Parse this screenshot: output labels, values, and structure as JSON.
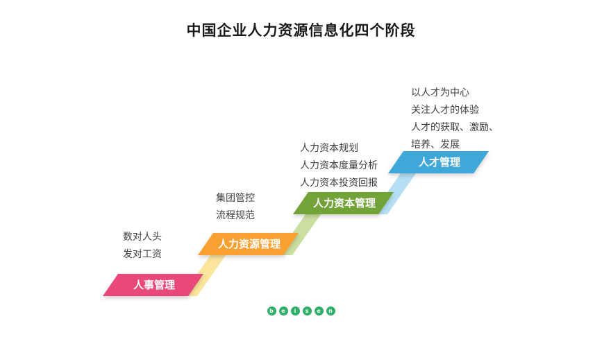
{
  "title": "中国企业人力资源信息化四个阶段",
  "stages": [
    {
      "label": "人事管理",
      "color": "#e8497a",
      "notes": [
        "数对人头",
        "发对工资"
      ]
    },
    {
      "label": "人力资源管理",
      "color": "#f9a032",
      "riser_color": "#fbe59d",
      "notes": [
        "集团管控",
        "流程规范"
      ]
    },
    {
      "label": "人力资本管理",
      "color": "#73a338",
      "riser_color": "#cbdfa0",
      "notes": [
        "人力资本规划",
        "人力资本度量分析",
        "人力资本投资回报"
      ]
    },
    {
      "label": "人才管理",
      "color": "#3fa8d8",
      "riser_color": "#b5dff2",
      "notes": [
        "以人才为中心",
        "关注人才的体验",
        "人才的获取、激励、",
        "培养、发展"
      ]
    }
  ],
  "logo": {
    "letters": [
      "b",
      "e",
      "i",
      "s",
      "e",
      "n"
    ],
    "color": "#2fae68"
  }
}
